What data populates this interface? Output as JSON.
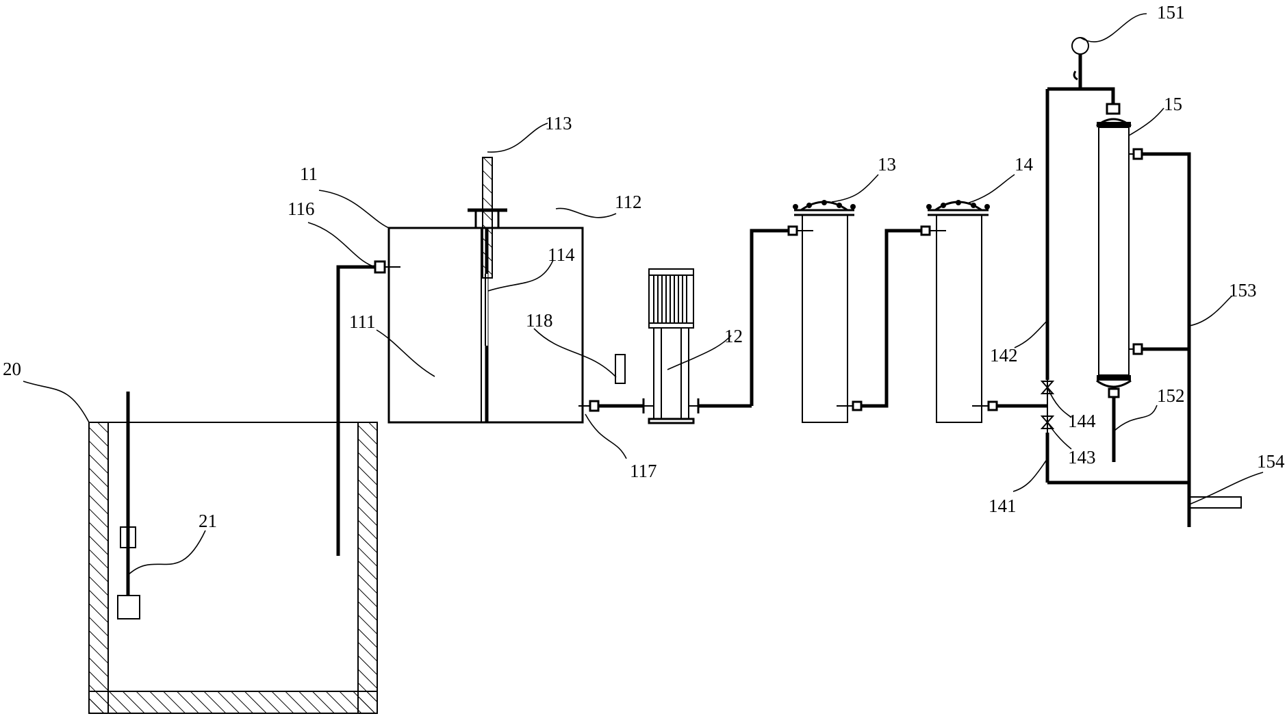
{
  "labels": {
    "l20": "20",
    "l21": "21",
    "l11": "11",
    "l116": "116",
    "l111": "111",
    "l113": "113",
    "l112": "112",
    "l114": "114",
    "l118": "118",
    "l117": "117",
    "l12": "12",
    "l13": "13",
    "l14": "14",
    "l151": "151",
    "l15": "15",
    "l153": "153",
    "l152": "152",
    "l142": "142",
    "l144": "144",
    "l143": "143",
    "l141": "141",
    "l154": "154"
  }
}
